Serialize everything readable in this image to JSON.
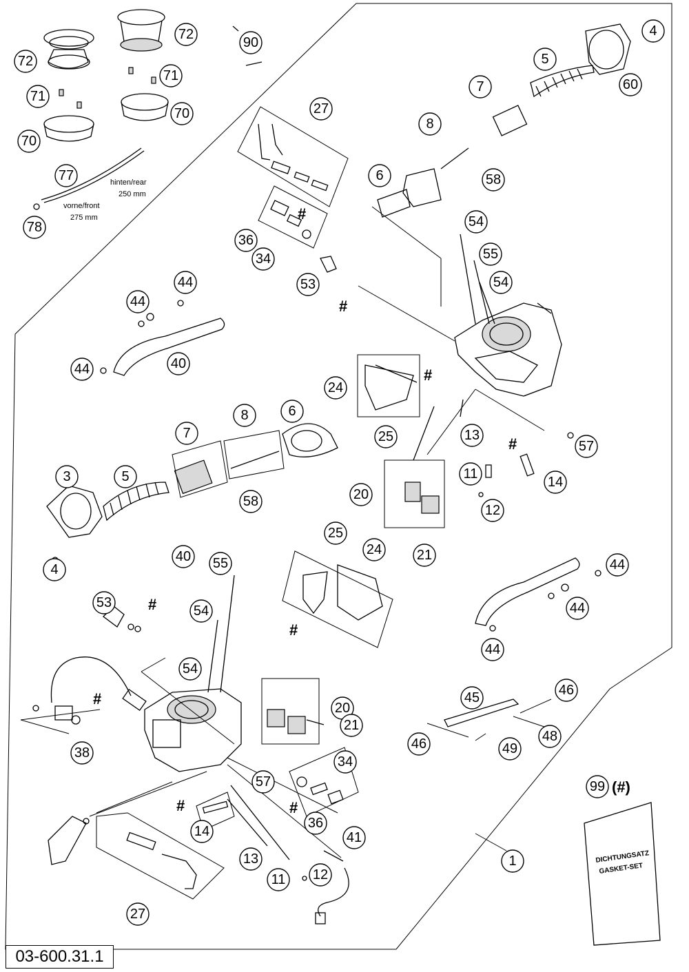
{
  "document_number": "03-600.31.1",
  "hose_labels": {
    "rear": "hinten/rear",
    "rear_length": "250 mm",
    "front": "vorne/front",
    "front_length": "275 mm"
  },
  "gasket_set": {
    "callout": "99",
    "symbol": "(#)",
    "line1": "DICHTUNGSATZ",
    "line2": "GASKET-SET"
  },
  "hash_symbol": "#",
  "callouts": [
    "72",
    "72",
    "71",
    "71",
    "70",
    "70",
    "90",
    "77",
    "78",
    "27",
    "36",
    "34",
    "53",
    "44",
    "44",
    "44",
    "40",
    "4",
    "5",
    "60",
    "7",
    "8",
    "6",
    "58",
    "54",
    "55",
    "54",
    "24",
    "25",
    "13",
    "57",
    "11",
    "14",
    "12",
    "20",
    "21",
    "7",
    "8",
    "6",
    "3",
    "5",
    "58",
    "4",
    "25",
    "24",
    "55",
    "53",
    "54",
    "54",
    "40",
    "44",
    "44",
    "44",
    "38",
    "20",
    "21",
    "45",
    "46",
    "46",
    "48",
    "49",
    "57",
    "34",
    "36",
    "14",
    "13",
    "11",
    "12",
    "41",
    "27",
    "1"
  ]
}
